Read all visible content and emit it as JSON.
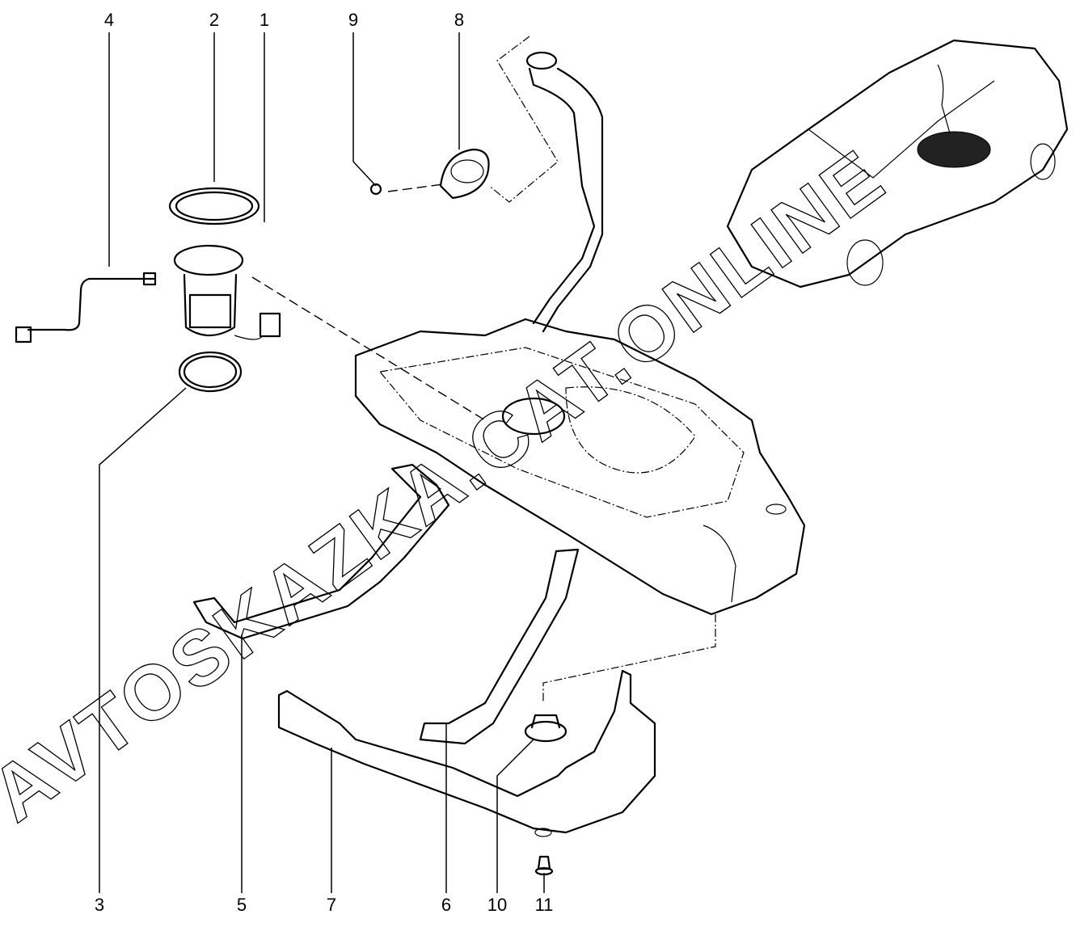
{
  "diagram": {
    "title": "Fuel tank assembly exploded view",
    "callouts_top": [
      "4",
      "2",
      "1",
      "9",
      "8"
    ],
    "callouts_bottom": [
      "3",
      "5",
      "7",
      "6",
      "10",
      "11"
    ],
    "watermark": "AVTOSKAZKA.CAT.ONLINE"
  }
}
